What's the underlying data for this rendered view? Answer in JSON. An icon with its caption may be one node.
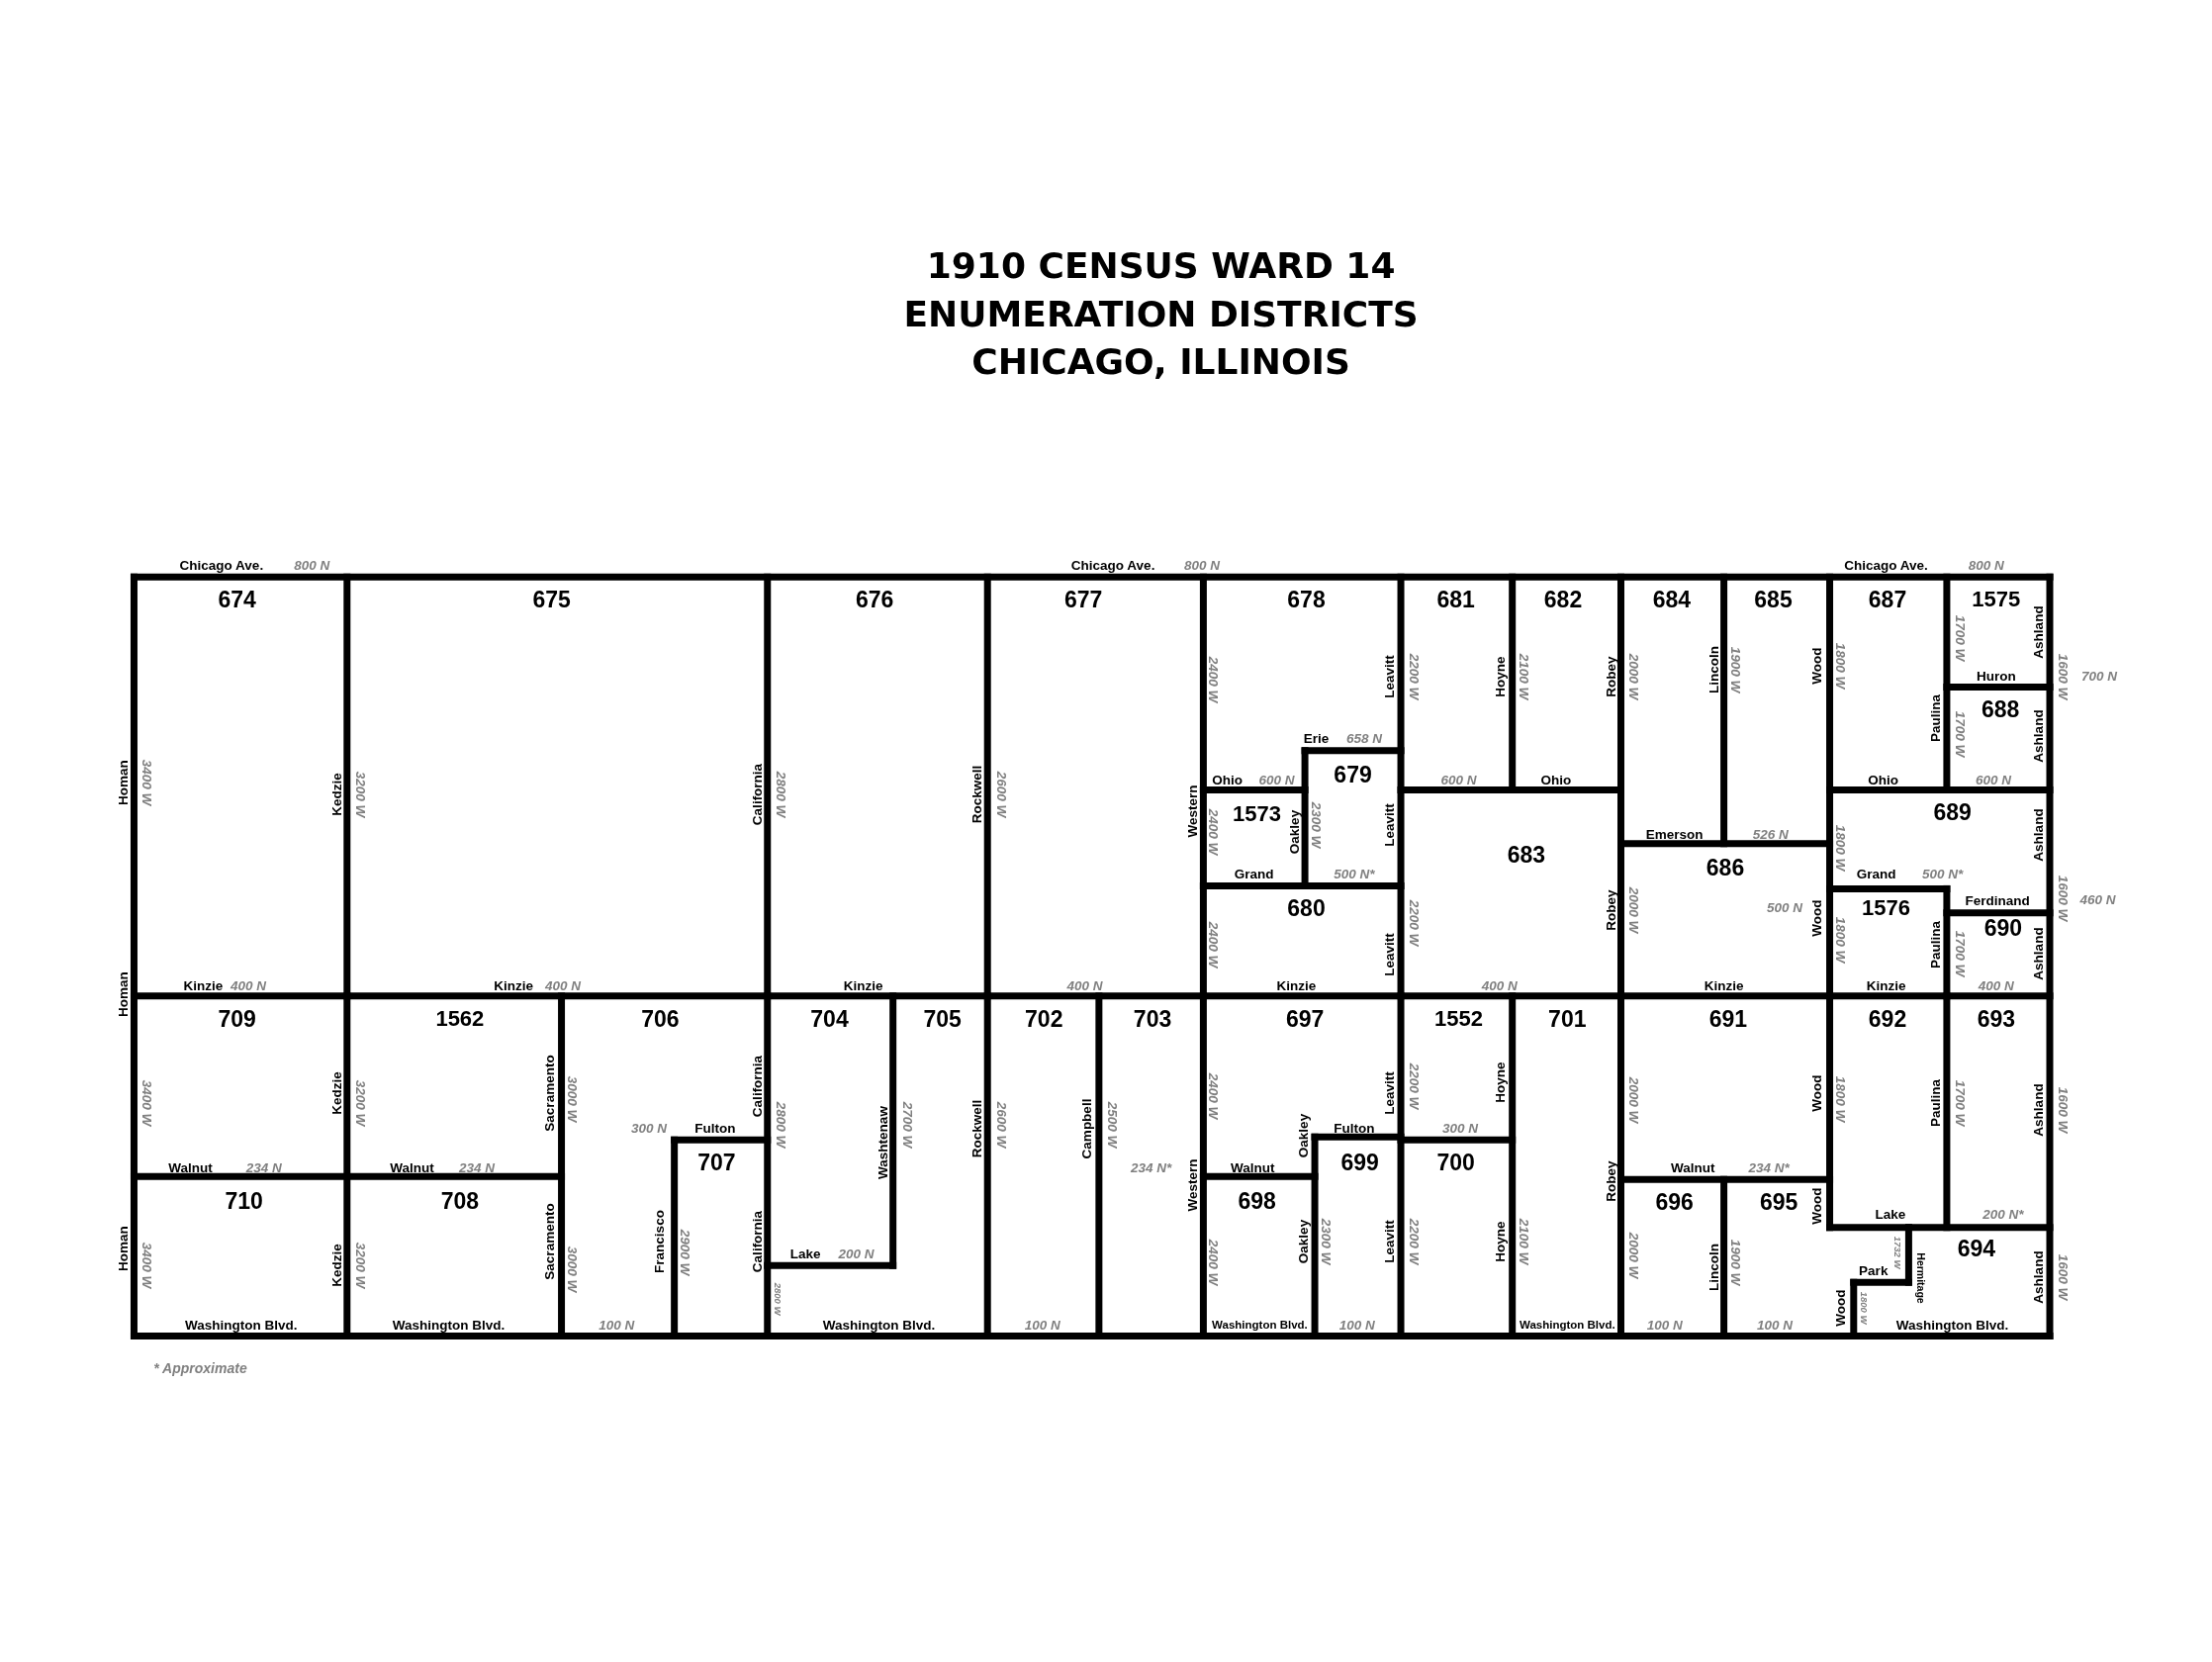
{
  "diagram": {
    "title": "1910 CENSUS WARD 14 ENUMERATION DISTRICTS CHICAGO, ILLINOIS",
    "nodes": [
      {
        "text": [
          "674"
        ]
      },
      {
        "text": [
          "675"
        ]
      },
      {
        "text": [
          "676"
        ]
      },
      {
        "text": [
          "677"
        ]
      },
      {
        "text": [
          "678"
        ]
      },
      {
        "text": [
          "1573"
        ]
      },
      {
        "text": [
          "679"
        ]
      },
      {
        "text": [
          "680"
        ]
      },
      {
        "text": [
          "681"
        ]
      },
      {
        "text": [
          "682"
        ]
      },
      {
        "text": [
          "683"
        ]
      },
      {
        "text": [
          "684"
        ]
      },
      {
        "text": [
          "685"
        ]
      },
      {
        "text": [
          "686"
        ]
      },
      {
        "text": [
          "687"
        ]
      },
      {
        "text": [
          "1575"
        ]
      },
      {
        "text": [
          "688"
        ]
      },
      {
        "text": [
          "689"
        ]
      },
      {
        "text": [
          "1576"
        ]
      },
      {
        "text": [
          "690"
        ]
      },
      {
        "text": [
          "709"
        ]
      },
      {
        "text": [
          "1562"
        ]
      },
      {
        "text": [
          "710"
        ]
      },
      {
        "text": [
          "708"
        ]
      },
      {
        "text": [
          "706"
        ]
      },
      {
        "text": [
          "707"
        ]
      },
      {
        "text": [
          "704"
        ]
      },
      {
        "text": [
          "705"
        ]
      },
      {
        "text": [
          "702"
        ]
      },
      {
        "text": [
          "703"
        ]
      },
      {
        "text": [
          "697"
        ]
      },
      {
        "text": [
          "698"
        ]
      },
      {
        "text": [
          "699"
        ]
      },
      {
        "text": [
          "1552"
        ]
      },
      {
        "text": [
          "700"
        ]
      },
      {
        "text": [
          "701"
        ]
      },
      {
        "text": [
          "691"
        ]
      },
      {
        "text": [
          "696"
        ]
      },
      {
        "text": [
          "695"
        ]
      },
      {
        "text": [
          "692"
        ]
      },
      {
        "text": [
          "693"
        ]
      },
      {
        "text": [
          "694"
        ]
      }
    ],
    "labels": [
      "Chicago Ave.",
      "800 N",
      "Chicago Ave.",
      "800 N",
      "Chicago Ave.",
      "800 N",
      "Homan",
      "3400 W",
      "Kedzie",
      "3200 W",
      "California",
      "2800 W",
      "Rockwell",
      "2600 W",
      "2400 W",
      "Leavitt",
      "2200 W",
      "Hoyne",
      "2100 W",
      "Robey",
      "2000 W",
      "Lincoln",
      "1900 W",
      "Wood",
      "1800 W",
      "1700 W",
      "Ashland",
      "Huron",
      "1600 W",
      "700 N",
      "Paulina",
      "1700 W",
      "Ashland",
      "Erie",
      "658 N",
      "Ohio",
      "600 N",
      "600 N",
      "Ohio",
      "Ohio",
      "600 N",
      "Western",
      "2400 W",
      "Oakley",
      "2300 W",
      "Leavitt",
      "Emerson",
      "526 N",
      "1800 W",
      "Ashland",
      "Grand",
      "500 N*",
      "Grand",
      "500 N*",
      "Ferdinand",
      "1600 W",
      "460 N",
      "2400 W",
      "Leavitt",
      "2200 W",
      "Robey",
      "2000 W",
      "500 N",
      "Wood",
      "1800 W",
      "Paulina",
      "1700 W",
      "Ashland",
      "Homan",
      "Kinzie",
      "400 N",
      "Kinzie",
      "400 N",
      "Kinzie",
      "400 N",
      "Kinzie",
      "400 N",
      "Kinzie",
      "Kinzie",
      "400 N",
      "3400 W",
      "Kedzie",
      "3200 W",
      "Sacramento",
      "3000 W",
      "California",
      "2800 W",
      "Washtenaw",
      "2700 W",
      "Rockwell",
      "2600 W",
      "Campbell",
      "2500 W",
      "2400 W",
      "Leavitt",
      "2200 W",
      "Hoyne",
      "2000 W",
      "Wood",
      "1800 W",
      "Paulina",
      "1700 W",
      "Ashland",
      "1600 W",
      "300 N",
      "Fulton",
      "Oakley",
      "Fulton",
      "300 N",
      "Walnut",
      "234 N",
      "Walnut",
      "234 N",
      "234 N*",
      "Western",
      "Walnut",
      "Walnut",
      "234 N*",
      "Robey",
      "Wood",
      "Lake",
      "200 N*",
      "Homan",
      "3400 W",
      "Kedzie",
      "3200 W",
      "Sacramento",
      "3000 W",
      "Francisco",
      "2900 W",
      "California",
      "Lake",
      "200 N",
      "2400 W",
      "Oakley",
      "2300 W",
      "Leavitt",
      "2200 W",
      "Hoyne",
      "2100 W",
      "2000 W",
      "Lincoln",
      "1900 W",
      "Park",
      "1732 W",
      "Hermitage",
      "Ashland",
      "1600 W",
      "2800 W",
      "Wood",
      "1800 W",
      "Washington Blvd.",
      "Washington Blvd.",
      "100 N",
      "Washington Blvd.",
      "100 N",
      "Washington Blvd.",
      "100 N",
      "Washington Blvd.",
      "100 N",
      "100 N",
      "Washington Blvd.",
      "* Approximate"
    ]
  }
}
